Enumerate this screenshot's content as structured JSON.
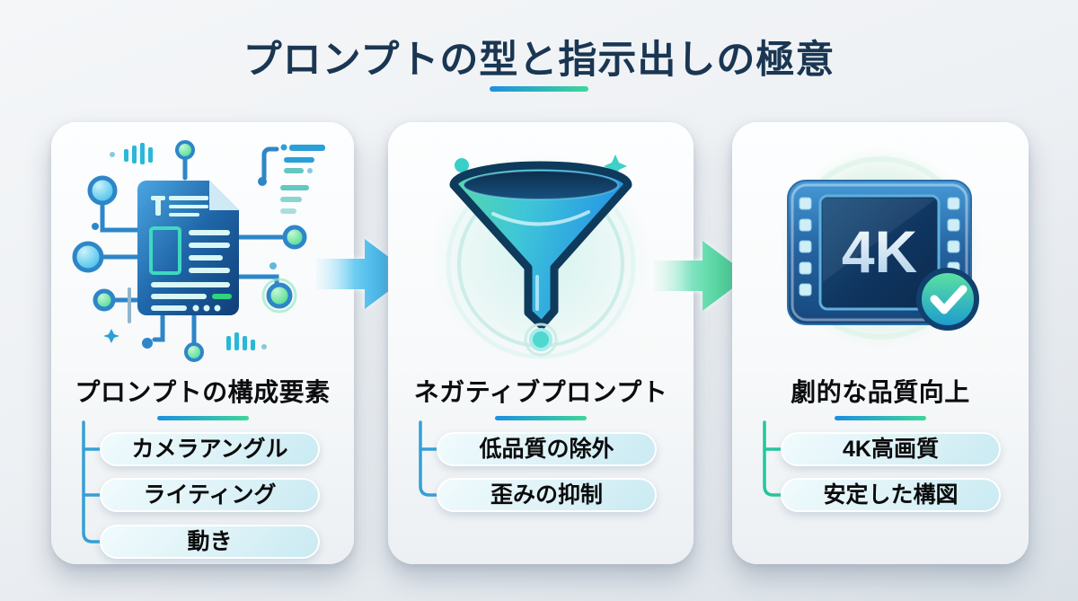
{
  "title": {
    "text": "プロンプトの型と指示出しの極意",
    "underline_gradient": [
      "#1d8fe0",
      "#3fd69a"
    ]
  },
  "cards": [
    {
      "heading": "プロンプトの構成要素",
      "icon": "document-circuit-icon",
      "bracket_color": "#35a0d6",
      "items": [
        "カメラアングル",
        "ライティング",
        "動き"
      ]
    },
    {
      "heading": "ネガティブプロンプト",
      "icon": "funnel-icon",
      "bracket_color": "#35a0d6",
      "items": [
        "低品質の除外",
        "歪みの抑制"
      ]
    },
    {
      "heading": "劇的な品質向上",
      "icon": "4k-check-icon",
      "bracket_color": "#24c69c",
      "items": [
        "4K高画質",
        "安定した構図"
      ]
    }
  ],
  "icons": {
    "quality_badge_label": "4K"
  },
  "arrows": [
    {
      "direction": "right",
      "color": "blue",
      "hex": "#0f9ce2"
    },
    {
      "direction": "right",
      "color": "green",
      "hex": "#22c97b"
    }
  ],
  "colors": {
    "title_text": "#1a3652",
    "card_background": "#f7f9fa",
    "pill_background": "#ddf2f7",
    "accent_blue": "#1d8fe0",
    "accent_green": "#3fd69a"
  }
}
